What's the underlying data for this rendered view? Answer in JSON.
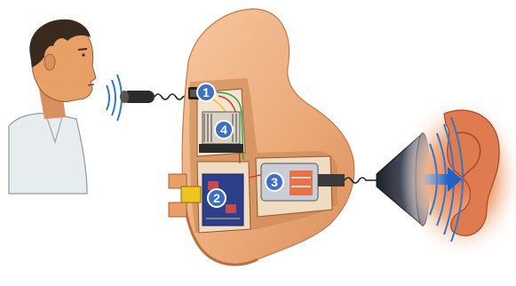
{
  "diagram": {
    "callouts": [
      {
        "id": "1",
        "label": "1"
      },
      {
        "id": "2",
        "label": "2"
      },
      {
        "id": "3",
        "label": "3"
      },
      {
        "id": "4",
        "label": "4"
      }
    ],
    "icons": [
      "person-speaking",
      "microphone-icon",
      "hearing-aid-shell",
      "speaker-cone-icon",
      "ear-icon",
      "sound-wave-icon"
    ],
    "colors": {
      "skin": "#e9a067",
      "shell": "#efb284",
      "shell_shadow": "#d98e5c",
      "badge": "#3f6fc4",
      "wave": "#2f79c8",
      "speaker": "#2c2f3a",
      "ear_glow": "#f1b18a"
    }
  }
}
